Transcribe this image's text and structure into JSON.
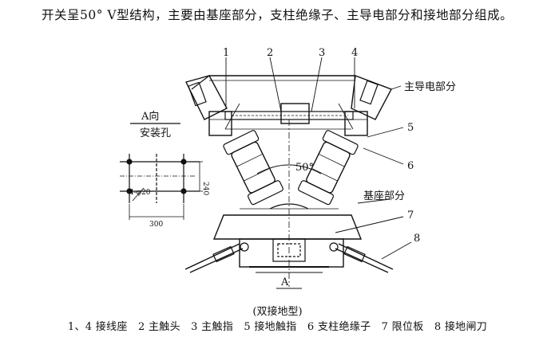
{
  "intro_text": "开关呈50° V型结构，主要由基座部分，支柱绝缘子、主导电部分和接地部分组成。",
  "diagram": {
    "callouts": [
      "1",
      "2",
      "3",
      "4",
      "5",
      "6",
      "7",
      "8"
    ],
    "label_main_conductor": "主导电部分",
    "label_base": "基座部分",
    "label_angle": "50°",
    "label_A_bottom": "A",
    "inset": {
      "title": "A向",
      "subtitle": "安装孔",
      "hole_spec": "4-φ20",
      "dim_horizontal": "300",
      "dim_vertical": "240"
    }
  },
  "caption": {
    "type": "(双接地型)",
    "legend": "1、4 接线座　2 主触头　3 主触指　5 接地触指　6 支柱绝缘子　7 限位板　8 接地闸刀"
  }
}
